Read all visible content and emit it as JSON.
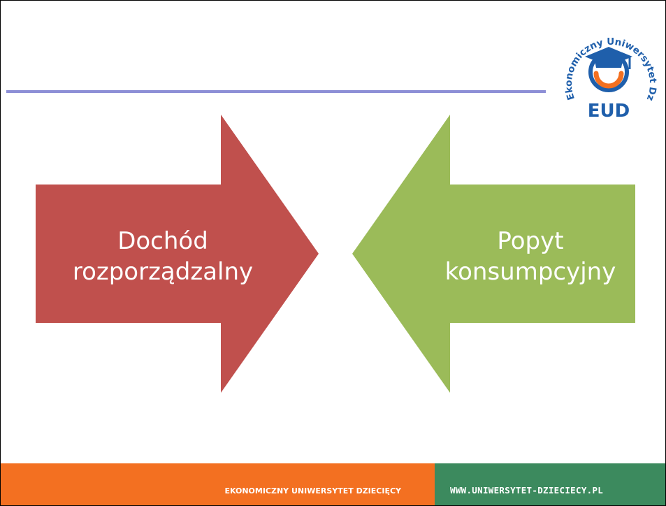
{
  "slide": {
    "left_arrow": {
      "line1": "Dochód",
      "line2": "rozporządzalny",
      "color": "#c0504d"
    },
    "right_arrow": {
      "line1": "Popyt",
      "line2": "konsumpcyjny",
      "color": "#9bbb59"
    },
    "rule_color": "#8d8fd6"
  },
  "logo": {
    "ring_text": "Ekonomiczny Uniwersytet Dziecięcy",
    "acronym": "EUD",
    "icon": "graduation-cap-smile-icon",
    "colors": {
      "blue": "#1f5fab",
      "orange": "#f37021"
    }
  },
  "footer": {
    "left_text": "EKONOMICZNY UNIWERSYTET DZIECIĘCY",
    "right_text": "WWW.UNIWERSYTET-DZIECIECY.PL",
    "left_color": "#f37021",
    "right_color": "#3c8a5e"
  }
}
